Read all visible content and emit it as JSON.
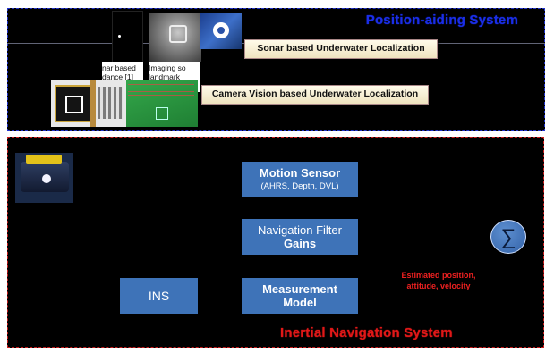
{
  "position_aiding": {
    "title": "Position-aiding System",
    "sonar_callout": "Sonar based Underwater Localization",
    "camera_callout": "Camera Vision based Underwater Localization",
    "caption_sonar_1": [
      "nar based",
      "dance [1]"
    ],
    "caption_sonar_2": [
      "Imaging so",
      "landmark"
    ]
  },
  "inertial_navigation": {
    "title": "Inertial Navigation System",
    "motion_sensor": {
      "title": "Motion Sensor",
      "subtitle": "(AHRS, Depth, DVL)"
    },
    "nav_filter": {
      "line1": "Navigation Filter",
      "line2": "Gains"
    },
    "ins": "INS",
    "measurement": {
      "line1": "Measurement",
      "line2": "Model"
    },
    "sigma": "∑",
    "estimated": "Estimated position, attitude, velocity"
  },
  "colors": {
    "top_border": "#2233cc",
    "bottom_border": "#cc1e1e",
    "block": "#3e73b8",
    "top_title": "#1a2ee8",
    "bottom_title": "#e01818"
  }
}
